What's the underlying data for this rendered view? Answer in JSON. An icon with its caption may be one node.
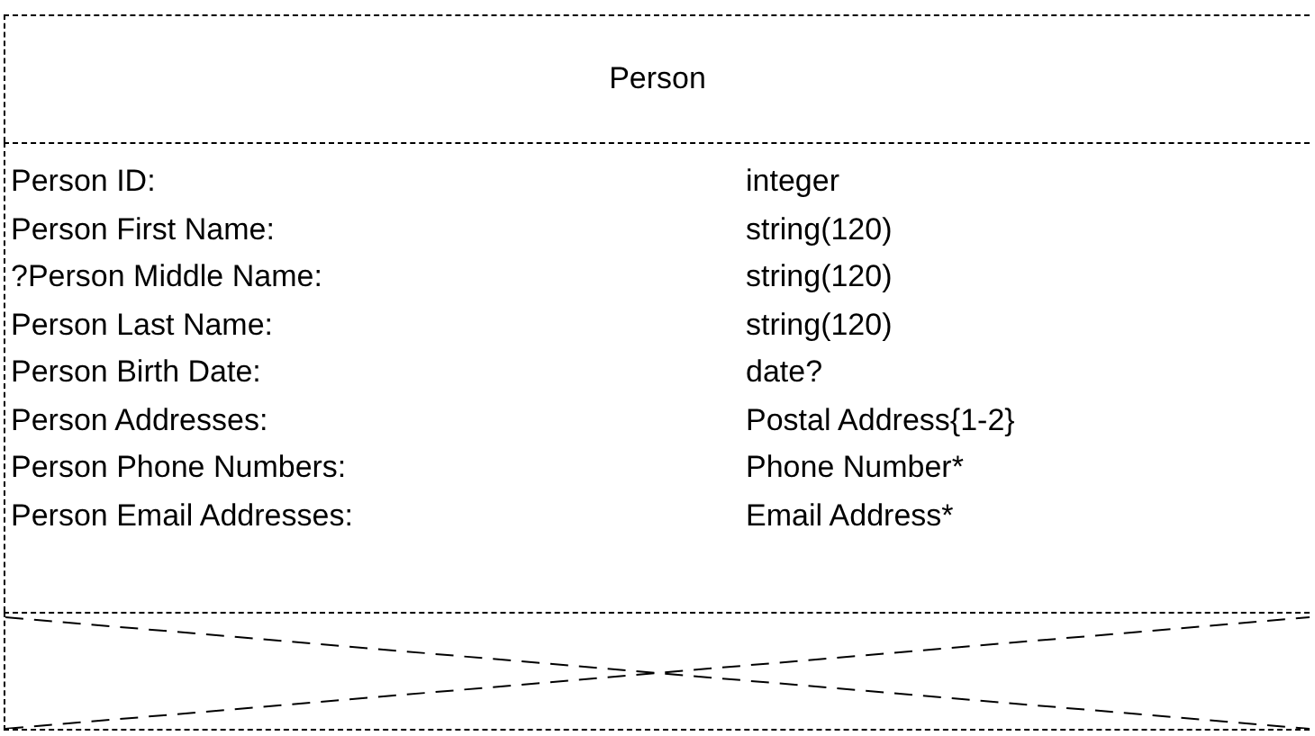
{
  "diagram": {
    "nodes": [
      {
        "text": [
          "Person"
        ]
      },
      {
        "text": [
          "Person ID:",
          "integer",
          "Person First Name:",
          "string(120)",
          "?Person Middle Name:",
          "string(120)",
          "Person Last Name:",
          "string(120)",
          "Person Birth Date:",
          "date?",
          "Person Addresses:",
          "Postal Address{1-2}",
          "Person Phone Numbers:",
          "Phone Number*",
          "Person Email Addresses:",
          "Email Address*"
        ]
      },
      {
        "text": [],
        "shape": "box"
      }
    ]
  }
}
